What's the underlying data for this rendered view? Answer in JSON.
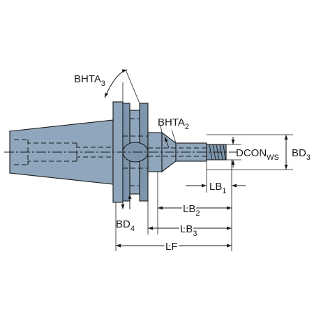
{
  "labels": {
    "bhta3": {
      "main": "BHTA",
      "sub": "3"
    },
    "bhta2": {
      "main": "BHTA",
      "sub": "2"
    },
    "dcon": {
      "main": "DCON",
      "sub": "WS"
    },
    "bd3": {
      "main": "BD",
      "sub": "3"
    },
    "bd4": {
      "main": "BD",
      "sub": "4"
    },
    "lb1": {
      "main": "LB",
      "sub": "1"
    },
    "lb2": {
      "main": "LB",
      "sub": "2"
    },
    "lb3": {
      "main": "LB",
      "sub": "3"
    },
    "lf": {
      "main": "LF"
    }
  },
  "colors": {
    "body": "#8fa6bc",
    "body_dark": "#7d95ac",
    "line": "#1a1a1a",
    "background": "#ffffff"
  }
}
